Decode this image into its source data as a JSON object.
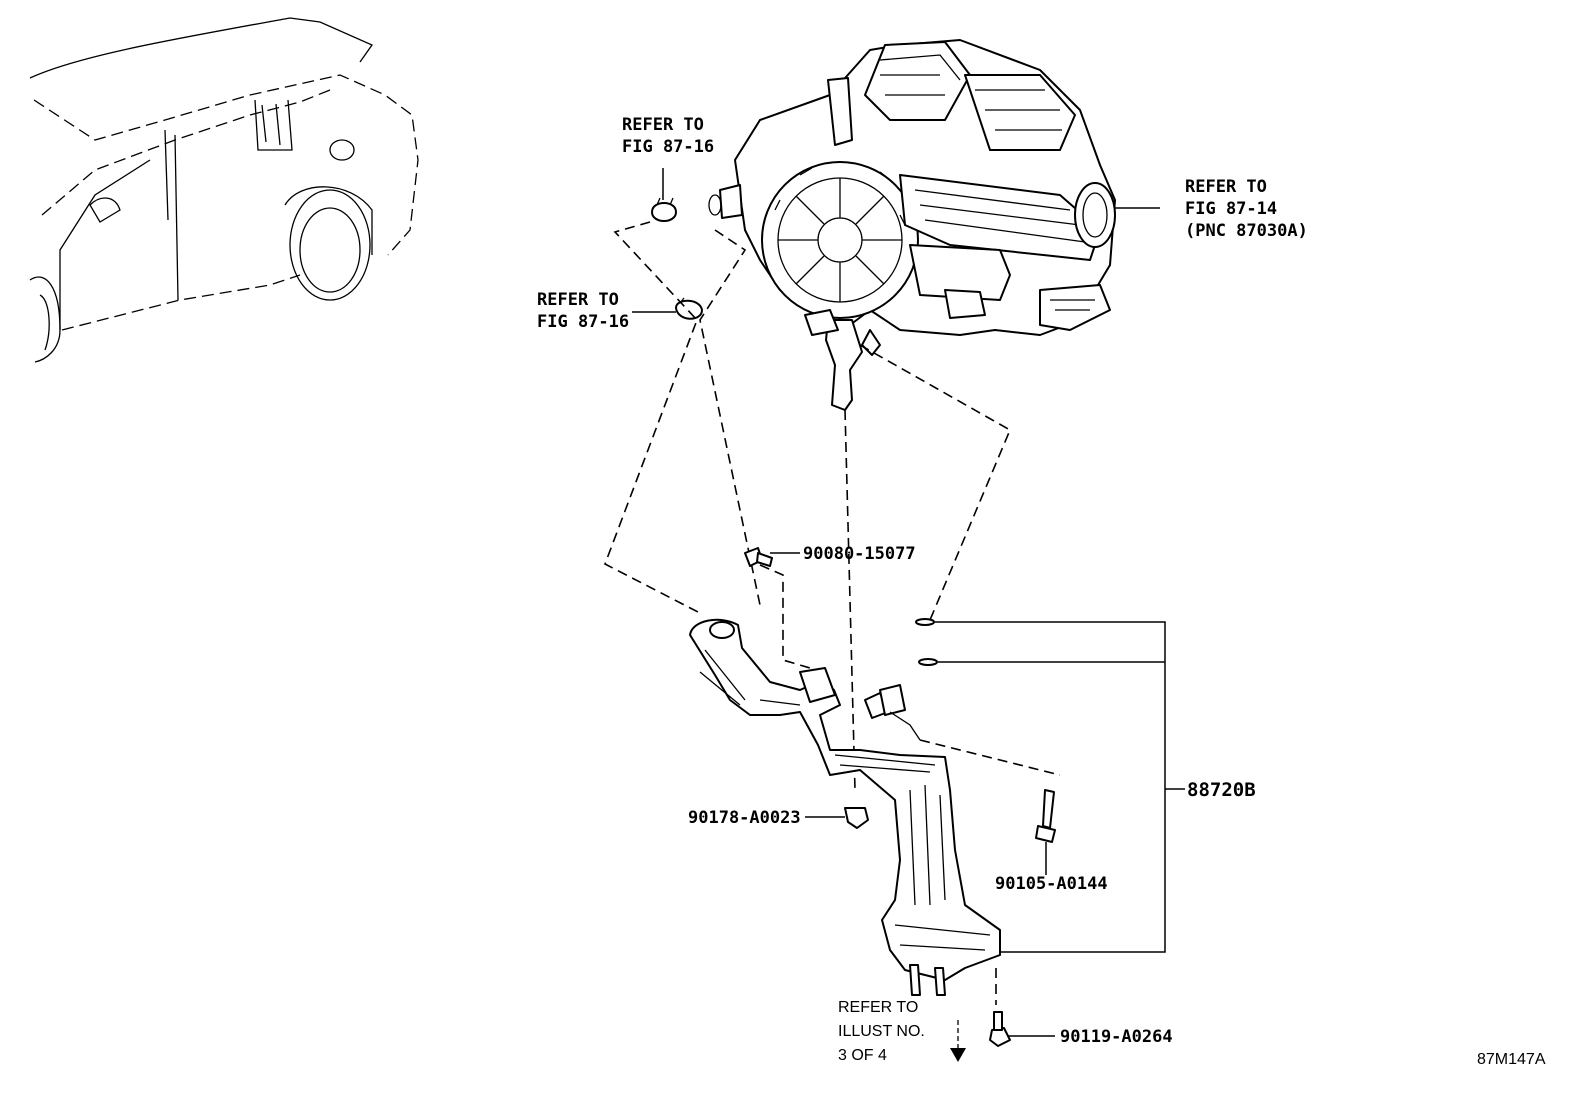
{
  "labels": {
    "refer_fig_87_16_top": [
      "REFER TO",
      "FIG 87-16"
    ],
    "refer_fig_87_16_left": [
      "REFER TO",
      "FIG 87-16"
    ],
    "refer_fig_87_14": [
      "REFER TO",
      "FIG 87-14",
      "(PNC 87030A)"
    ],
    "part_90080": "90080-15077",
    "part_90178": "90178-A0023",
    "part_88720B": "88720B",
    "part_90105": "90105-A0144",
    "part_90119": "90119-A0264",
    "refer_illust": [
      "REFER TO",
      "ILLUST NO.",
      "3 OF 4"
    ],
    "figure_code": "87M147A"
  }
}
